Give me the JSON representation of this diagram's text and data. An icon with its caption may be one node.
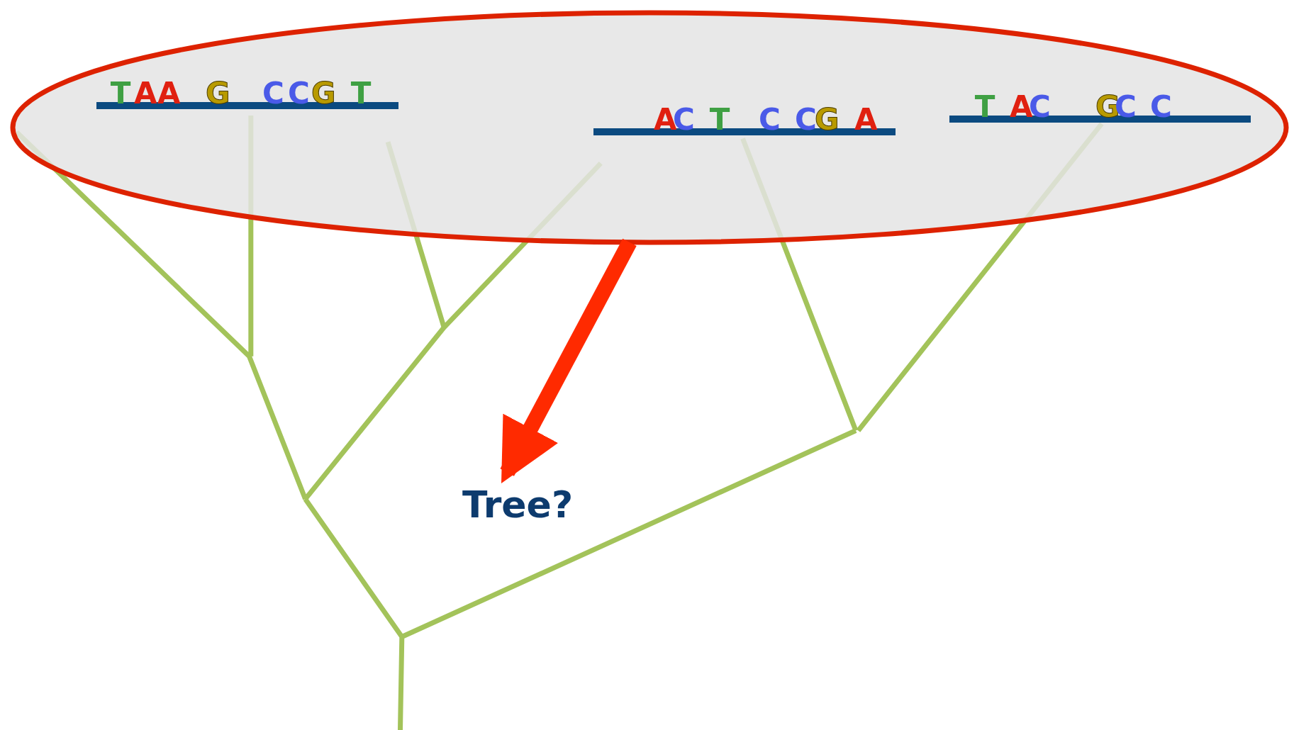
{
  "diagram": {
    "nodes": [
      {
        "text": [],
        "shape": "ellipse"
      },
      {
        "text": [
          "T",
          "A",
          "A",
          "G",
          "C",
          "C",
          "G",
          "T"
        ],
        "in": 0
      },
      {
        "text": [
          "A",
          "C",
          "T",
          "C",
          "C",
          "G",
          "A"
        ],
        "in": 0
      },
      {
        "text": [
          "T",
          "A",
          "C",
          "G",
          "C",
          "C"
        ],
        "in": 0
      },
      {
        "text": [
          "Tree?"
        ]
      }
    ],
    "edges": [
      {
        "from": 0,
        "to": 4,
        "arrow": "to",
        "color": "#ff2a00"
      }
    ]
  }
}
